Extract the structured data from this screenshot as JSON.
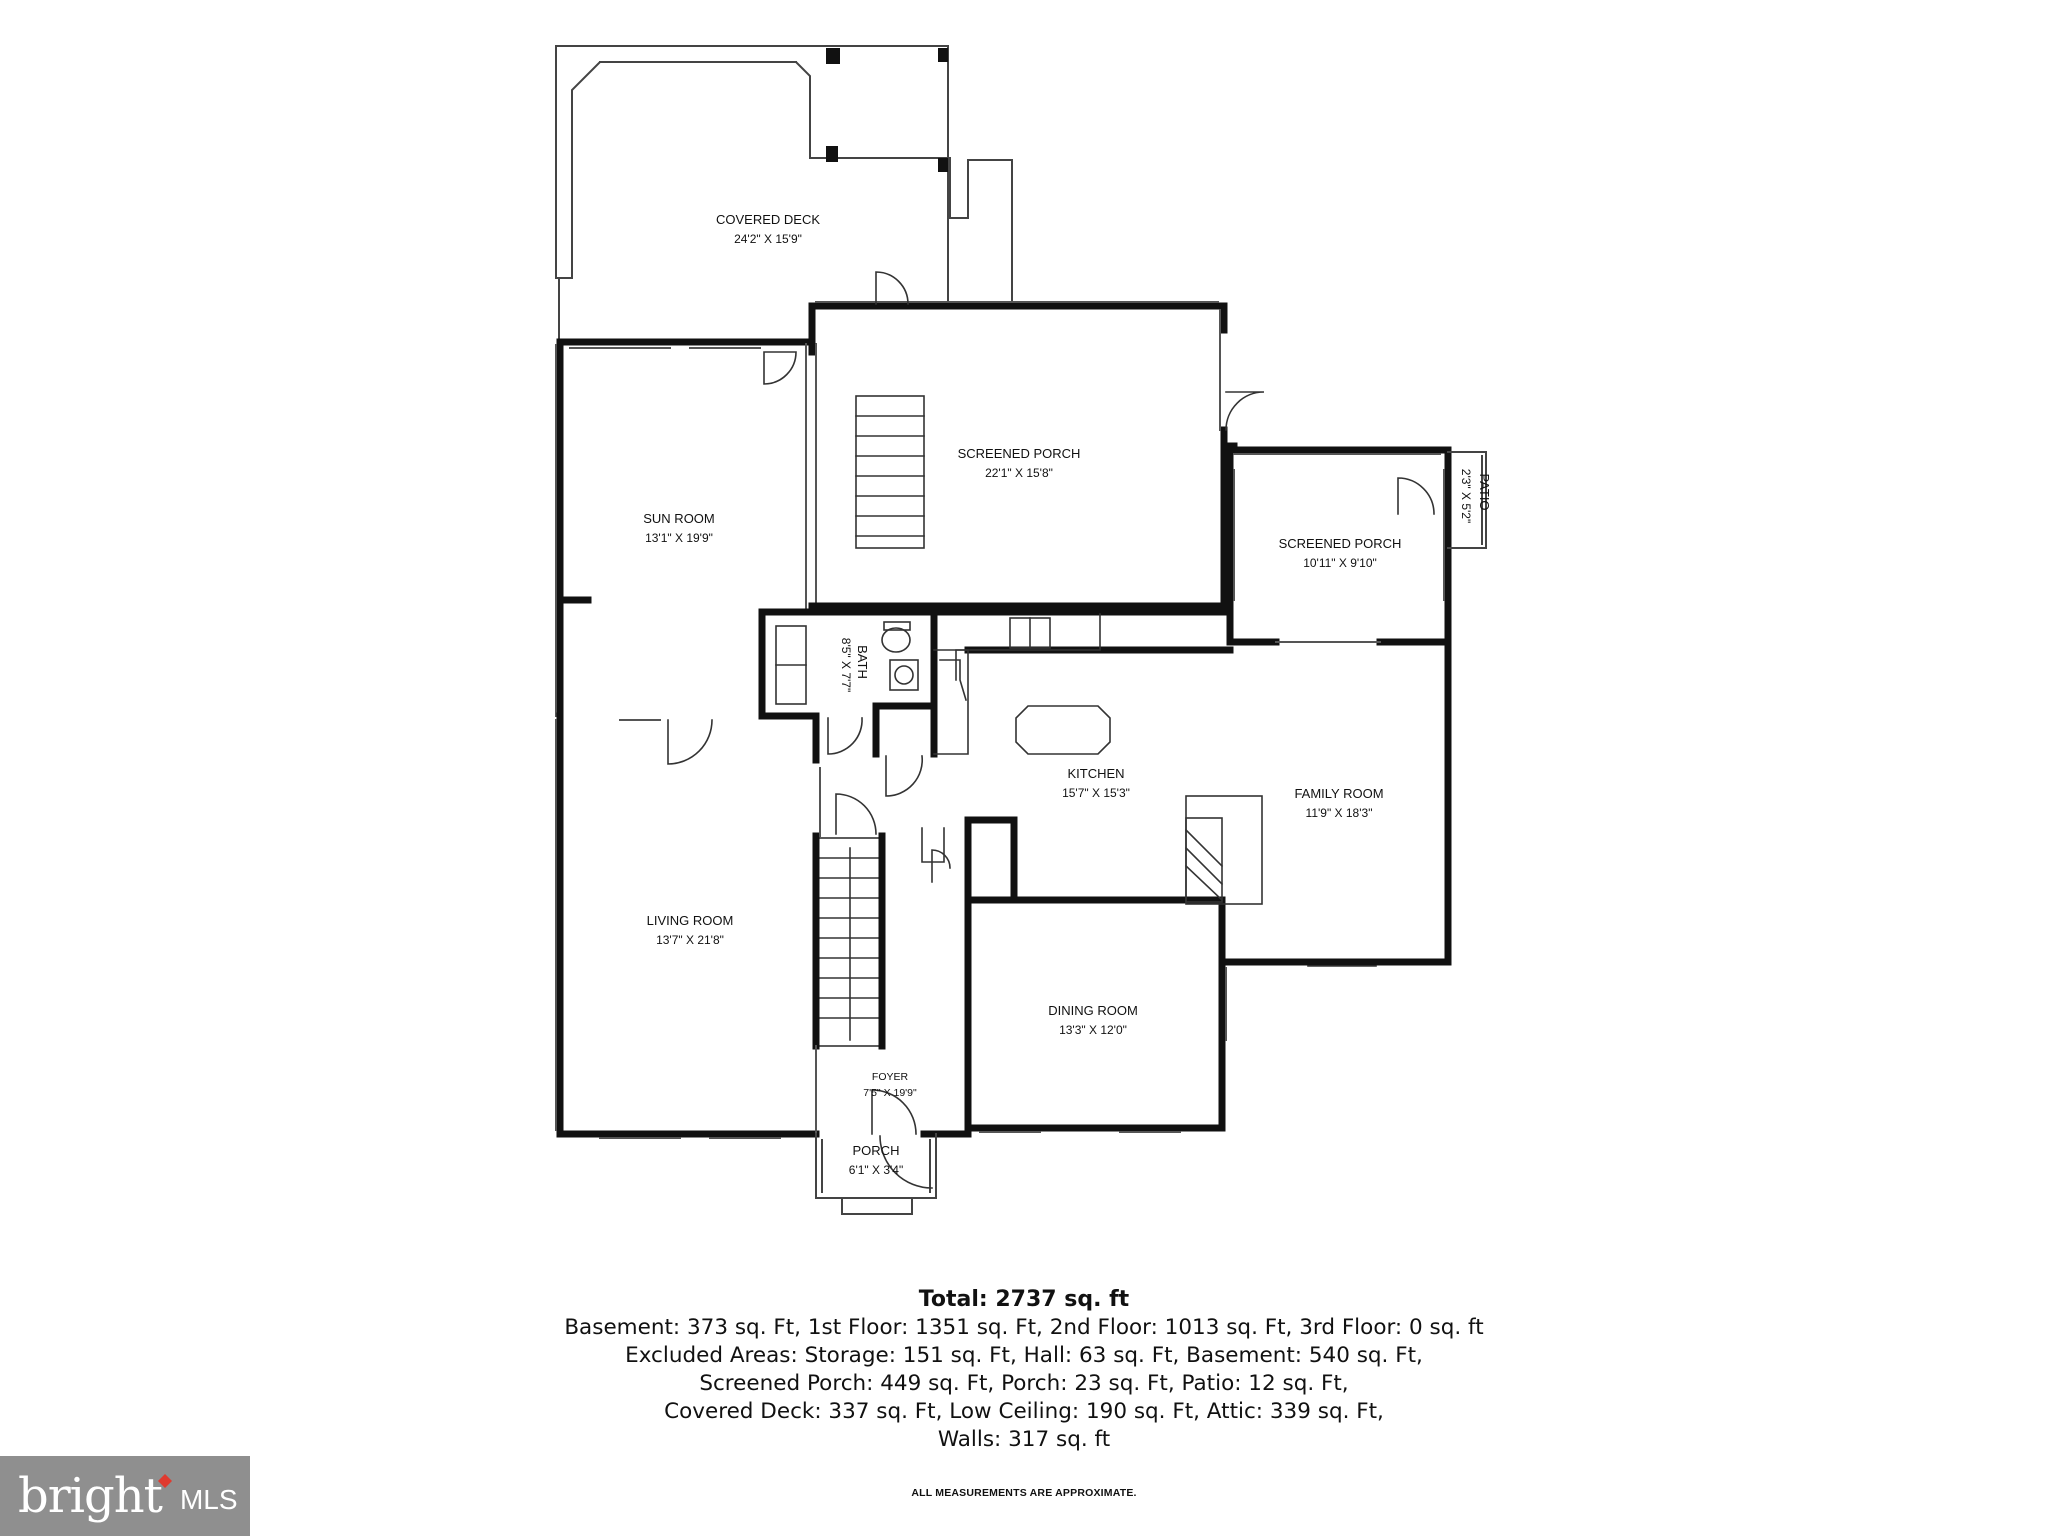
{
  "rooms": {
    "covered_deck": {
      "name": "COVERED DECK",
      "dims": "24'2\" X 15'9\""
    },
    "screened_porch_main": {
      "name": "SCREENED PORCH",
      "dims": "22'1\" X 15'8\""
    },
    "sun_room": {
      "name": "SUN ROOM",
      "dims": "13'1\" X 19'9\""
    },
    "screened_porch_side": {
      "name": "SCREENED PORCH",
      "dims": "10'11\" X 9'10\""
    },
    "patio": {
      "name": "PATIO",
      "dims": "2'3\" X 5'2\""
    },
    "bath": {
      "name": "BATH",
      "dims": "8'5\" X 7'7\""
    },
    "kitchen": {
      "name": "KITCHEN",
      "dims": "15'7\" X 15'3\""
    },
    "family_room": {
      "name": "FAMILY ROOM",
      "dims": "11'9\" X 18'3\""
    },
    "living_room": {
      "name": "LIVING ROOM",
      "dims": "13'7\" X 21'8\""
    },
    "dining_room": {
      "name": "DINING ROOM",
      "dims": "13'3\" X 12'0\""
    },
    "foyer": {
      "name": "FOYER",
      "dims": "7'5\" X 19'9\""
    },
    "porch": {
      "name": "PORCH",
      "dims": "6'1\" X 3'4\""
    }
  },
  "summary": {
    "total": "Total: 2737 sq. ft",
    "lines": [
      "Basement: 373 sq. Ft, 1st Floor: 1351 sq. Ft, 2nd Floor: 1013 sq. Ft, 3rd Floor: 0 sq. ft",
      "Excluded Areas: Storage: 151 sq. Ft, Hall: 63 sq. Ft, Basement: 540 sq. Ft,",
      "Screened Porch: 449 sq. Ft, Porch: 23 sq. Ft, Patio: 12 sq. Ft,",
      "Covered Deck: 337 sq. Ft, Low Ceiling: 190 sq. Ft, Attic: 339 sq. Ft,",
      "Walls: 317 sq. ft"
    ]
  },
  "disclaimer": "ALL MEASUREMENTS ARE APPROXIMATE.",
  "logo": {
    "brand": "bright",
    "suffix": "MLS",
    "color_bg": "#8f8f8f",
    "color_dot": "#e03a2f"
  },
  "colors": {
    "wall": "#111111",
    "thin": "#555555"
  }
}
